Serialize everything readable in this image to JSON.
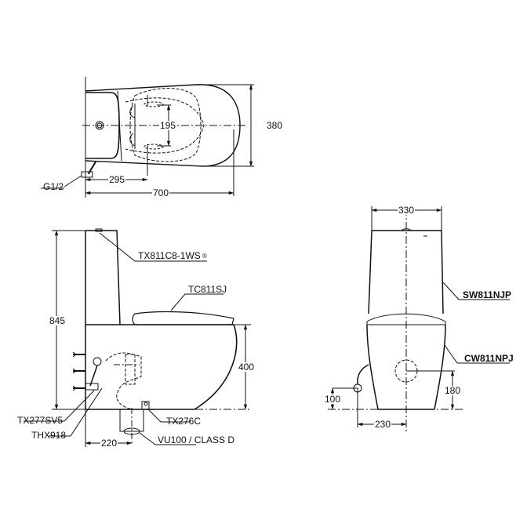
{
  "diagram": {
    "type": "technical drawing - close-coupled toilet dimensions",
    "units": "mm",
    "line_color": "#111111",
    "background": "#ffffff"
  },
  "top_view": {
    "dimensions": {
      "seat_width": "380",
      "hinge_spacing": "195",
      "hinge_offset": "295",
      "total_length": "700"
    },
    "labels": {
      "inlet": "G1/2"
    }
  },
  "side_view": {
    "dimensions": {
      "total_height": "845",
      "seat_height": "400",
      "outlet_offset": "220"
    },
    "labels": {
      "flush_button": "TX811C8-1WS",
      "flush_button_mark": "®",
      "seat": "TC811SJ",
      "stop_valve": "TX277SV5",
      "flex_hose": "THX918",
      "floor_flange": "TX276C",
      "drain": "VU100 / CLASS D"
    }
  },
  "front_view": {
    "dimensions": {
      "tank_width": "330",
      "outlet_height": "180",
      "inlet_height": "100",
      "inlet_offset": "230"
    },
    "labels": {
      "tank": "SW811NJP",
      "bowl": "CW811NPJ"
    }
  }
}
